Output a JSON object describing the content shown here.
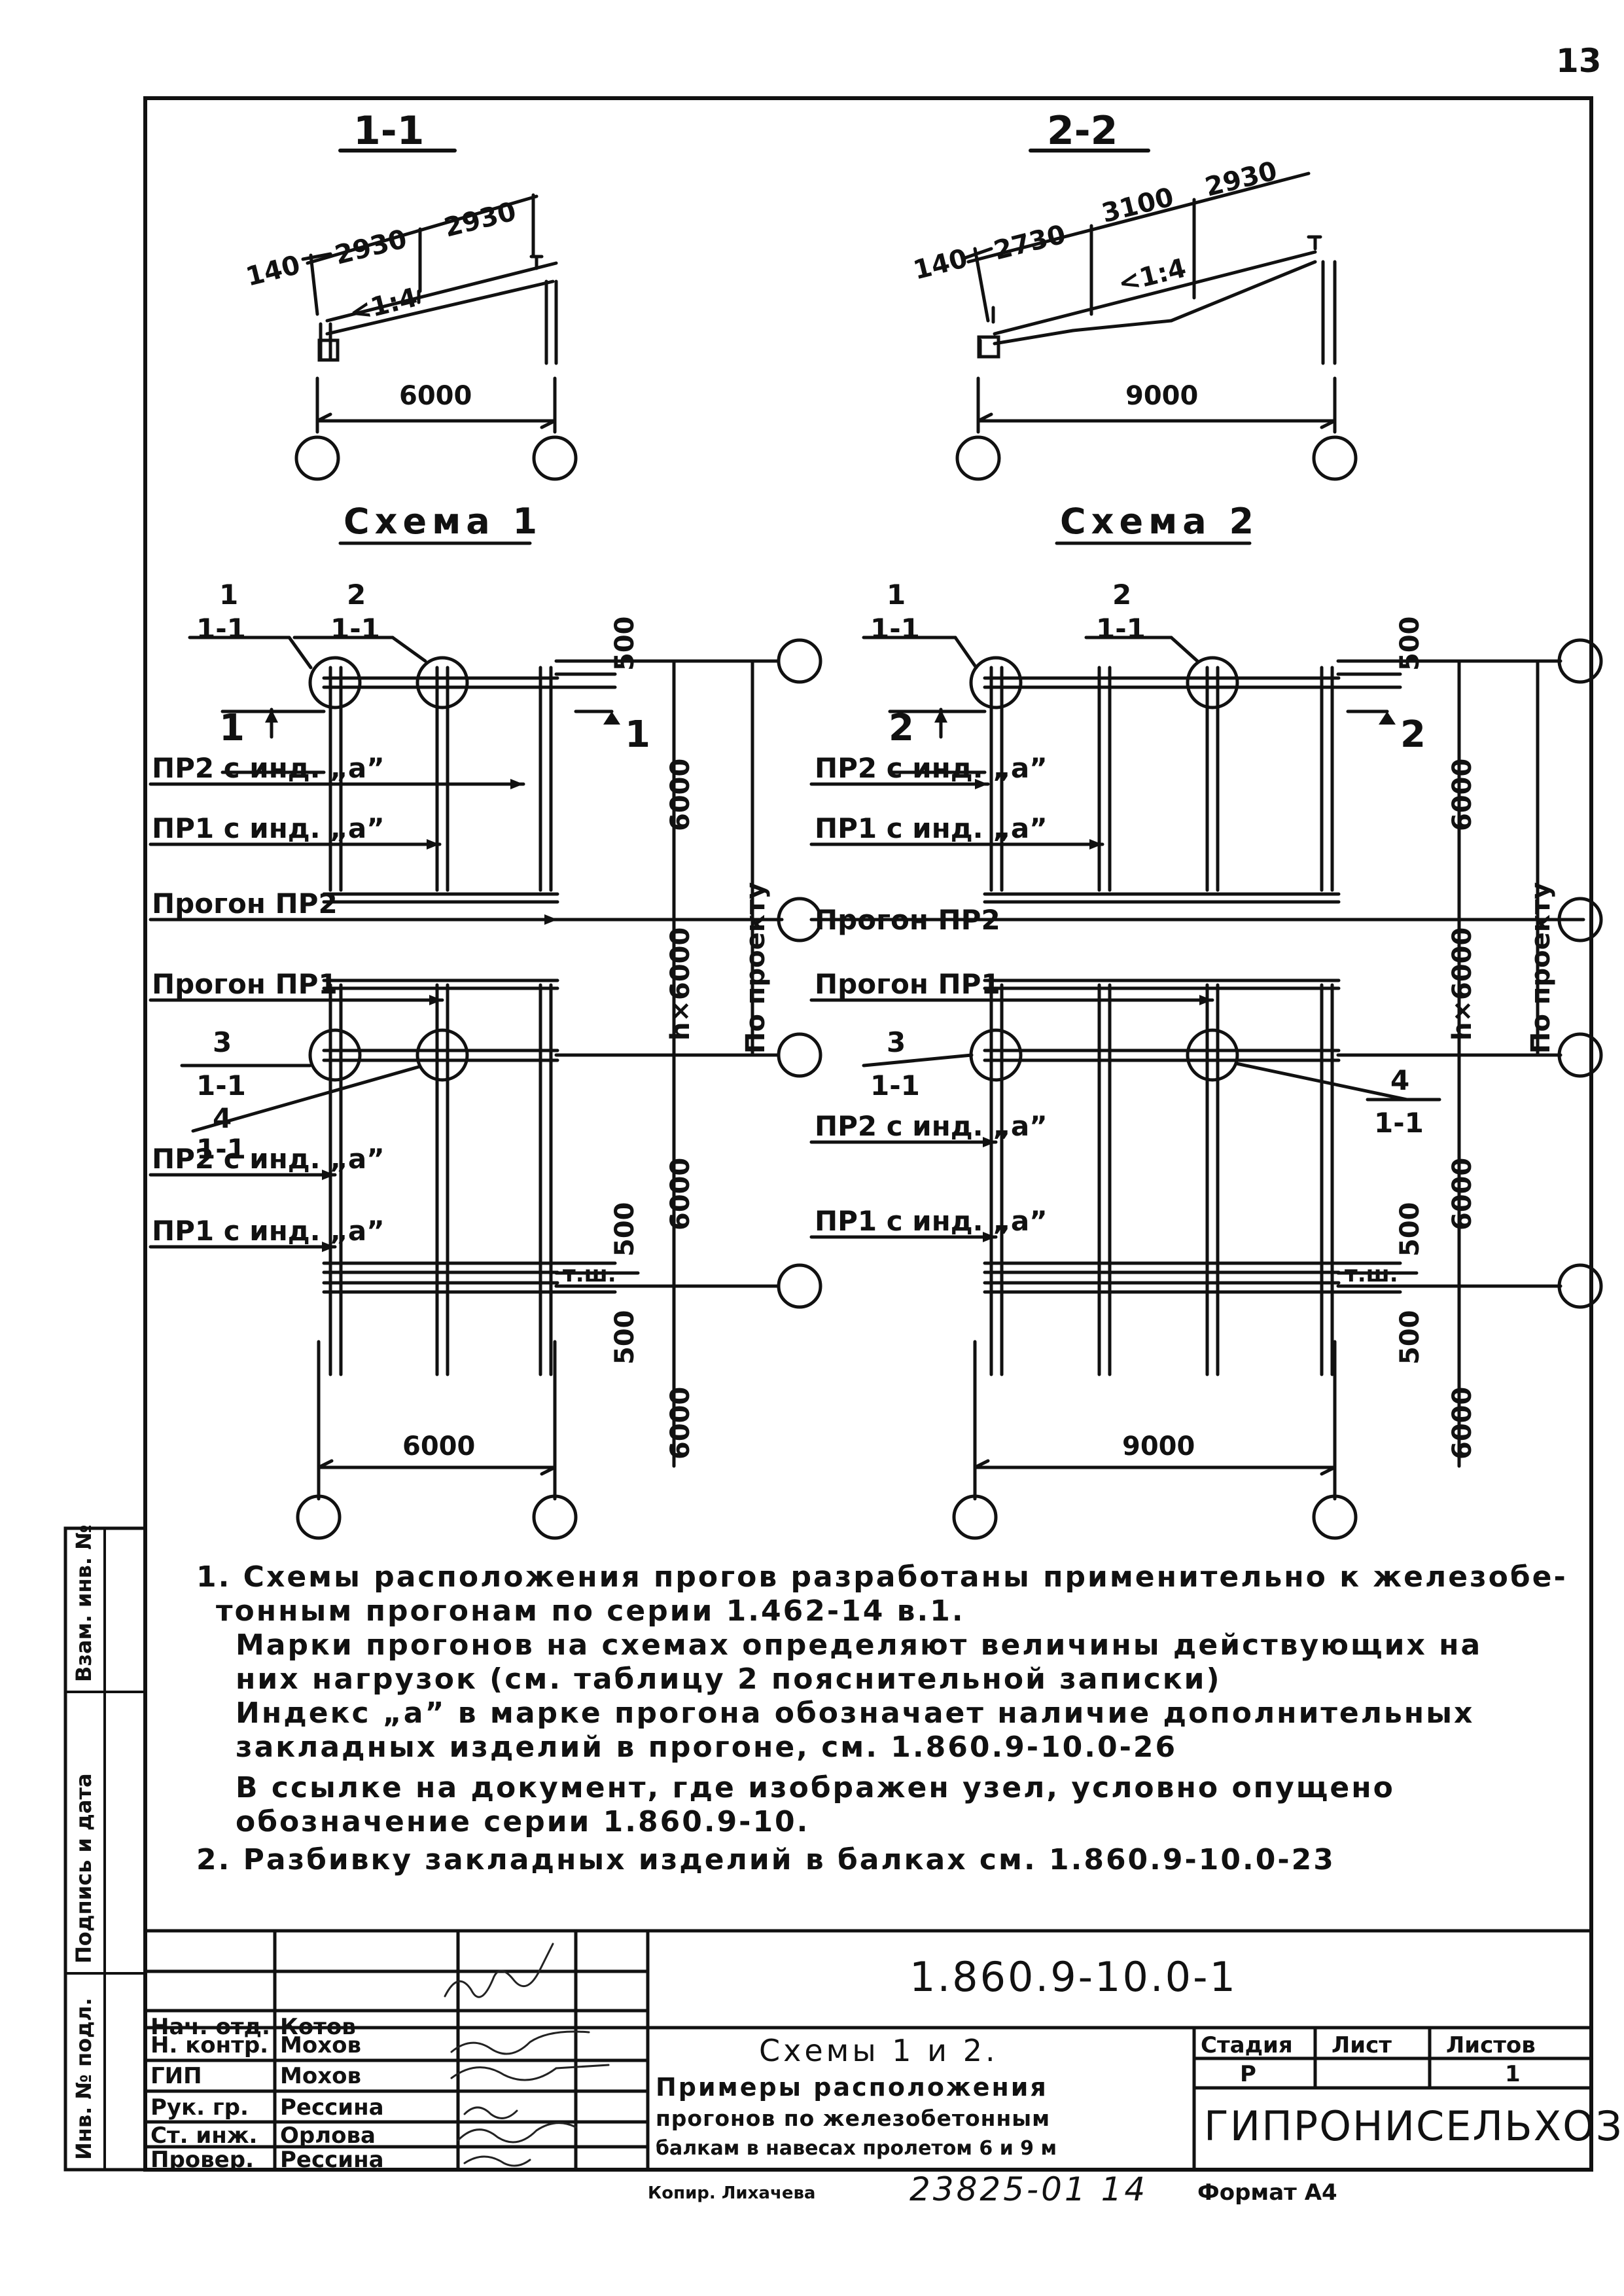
{
  "page_number": "13",
  "sections": {
    "s1": {
      "title": "1-1",
      "dims": [
        "140",
        "2930",
        "2930"
      ],
      "slope": "<1:4",
      "span": "6000"
    },
    "s2": {
      "title": "2-2",
      "dims": [
        "140",
        "2730",
        "3100",
        "2930"
      ],
      "slope": "<1:4",
      "span": "9000"
    }
  },
  "schemes": {
    "scheme1": {
      "title": "Схема 1",
      "callouts": [
        {
          "num": "1",
          "ref": "1-1"
        },
        {
          "num": "2",
          "ref": "1-1"
        },
        {
          "num": "3",
          "ref": "1-1"
        },
        {
          "num": "4",
          "ref": "1-1"
        }
      ],
      "cut": "1",
      "labels": [
        "ПР2 с инд. „а”",
        "ПР1 с инд. „а”",
        "Прогон ПР2",
        "Прогон ПР1",
        "ПР2 с инд. „а”",
        "ПР1 с инд. „а”"
      ],
      "dims_vertical": [
        "500",
        "6000",
        "h×6000",
        "По проекту",
        "6000",
        "500",
        "500",
        "6000"
      ],
      "tw": "т.ш.",
      "span": "6000"
    },
    "scheme2": {
      "title": "Схема 2",
      "callouts": [
        {
          "num": "1",
          "ref": "1-1"
        },
        {
          "num": "2",
          "ref": "1-1"
        },
        {
          "num": "3",
          "ref": "1-1"
        },
        {
          "num": "4",
          "ref": "1-1"
        }
      ],
      "cut": "2",
      "labels": [
        "ПР2 с инд. „а”",
        "ПР1 с инд. „а”",
        "Прогон ПР2",
        "Прогон ПР1",
        "ПР2 с инд. „а”",
        "ПР1 с инд. „а”"
      ],
      "dims_vertical": [
        "500",
        "6000",
        "h×6000",
        "По проекту",
        "6000",
        "500",
        "500",
        "6000"
      ],
      "tw": "т.ш.",
      "span": "9000"
    }
  },
  "notes": [
    "1. Схемы расположения прогов разработаны применительно к железобе-",
    "тонным прогонам по серии 1.462-14 в.1.",
    "Марки прогонов на схемах определяют величины действующих на",
    "них нагрузок (см. таблицу 2 пояснительной записки)",
    "Индекс „а” в марке прогона обозначает наличие дополнительных",
    "закладных изделий в прогоне, см. 1.860.9-10.0-26",
    "В ссылке на документ, где изображен узел, условно опущено",
    "обозначение серии 1.860.9-10.",
    "2. Разбивку закладных изделий в балках см. 1.860.9-10.0-23"
  ],
  "side_stamp": [
    "Инв. № подл.",
    "Подпись и дата",
    "Взам. инв. №"
  ],
  "title_block": {
    "doc_code": "1.860.9-10.0-1",
    "roles": [
      {
        "role": "Нач. отд.",
        "name": "Котов"
      },
      {
        "role": "Н. контр.",
        "name": "Мохов"
      },
      {
        "role": "ГИП",
        "name": "Мохов"
      },
      {
        "role": "Рук. гр.",
        "name": "Рессина"
      },
      {
        "role": "Ст. инж.",
        "name": "Орлова"
      },
      {
        "role": "Провер.",
        "name": "Рессина"
      }
    ],
    "title_main": "Схемы 1 и 2.",
    "title_lines": [
      "Примеры расположения",
      "прогонов по железобетонным",
      "балкам в навесах пролетом 6 и 9 м"
    ],
    "headers": [
      "Стадия",
      "Лист",
      "Листов"
    ],
    "values": [
      "Р",
      "",
      "1"
    ],
    "org": "ГИПРОНИСЕЛЬХОЗ"
  },
  "footer": {
    "copied": "Копир. Лихачева",
    "number": "23825-01 14",
    "format": "Формат А4"
  }
}
